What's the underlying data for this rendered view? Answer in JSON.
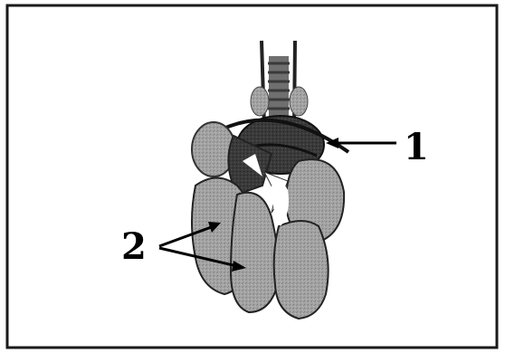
{
  "figure": {
    "callouts": [
      {
        "id": "callout-1",
        "text": "1"
      },
      {
        "id": "callout-2",
        "text": "2"
      }
    ],
    "colors": {
      "border": "#1a1a1a",
      "organ_fill": "#9a9a9a",
      "organ_dark": "#2e2e2e",
      "trachea": "#6f6f6f",
      "cartilage": "#8d8d8d"
    }
  }
}
